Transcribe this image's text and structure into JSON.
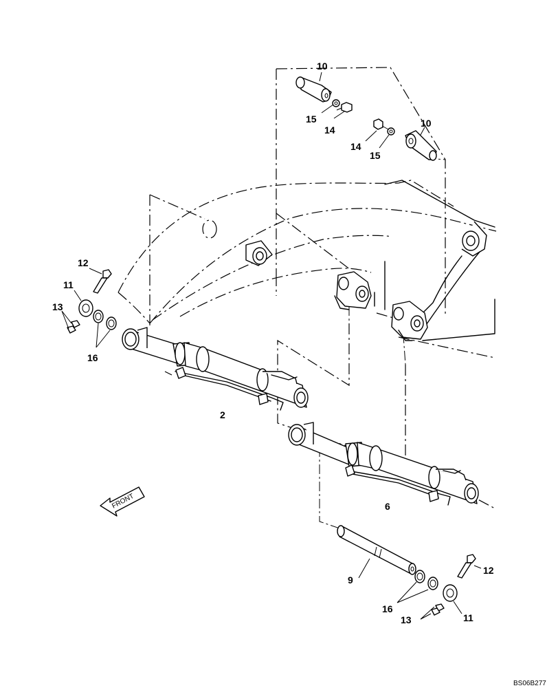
{
  "drawing_code": "BS06B277",
  "front_label": "FRONT",
  "callouts": {
    "pin_top_left": "10",
    "pin_top_right": "10",
    "bolt_top_left": "14",
    "bolt_top_right": "14",
    "washer_top_left": "15",
    "washer_top_right": "15",
    "cylinder_upper": "2",
    "cylinder_lower": "6",
    "pin_lower": "9",
    "bolt_left": "12",
    "bolt_right": "12",
    "plate_left": "11",
    "plate_right": "11",
    "nut_left": "13",
    "nut_right": "13",
    "shims_left": "16",
    "shims_right": "16"
  }
}
